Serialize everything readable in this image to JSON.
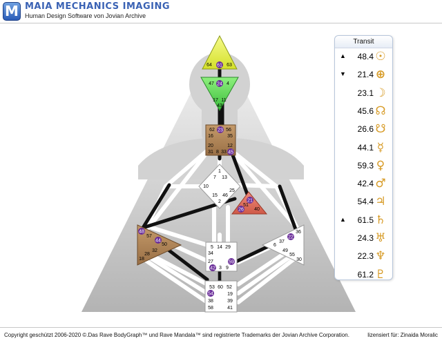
{
  "header": {
    "logo_letter": "M",
    "title": "MAIA MECHANICS IMAGING",
    "subtitle": "Human Design Software von Jovian Archive"
  },
  "transit": {
    "title": "Transit",
    "rows": [
      {
        "arrow": "▲",
        "value": "48.4",
        "glyph": "☉",
        "icon": "sun-icon"
      },
      {
        "arrow": "▼",
        "value": "21.4",
        "glyph": "⊕",
        "icon": "earth-icon"
      },
      {
        "arrow": "",
        "value": "23.1",
        "glyph": "☽",
        "icon": "moon-icon"
      },
      {
        "arrow": "",
        "value": "45.6",
        "glyph": "☊",
        "icon": "north-node-icon"
      },
      {
        "arrow": "",
        "value": "26.6",
        "glyph": "☋",
        "icon": "south-node-icon"
      },
      {
        "arrow": "",
        "value": "44.1",
        "glyph": "☿",
        "icon": "mercury-icon"
      },
      {
        "arrow": "",
        "value": "59.3",
        "glyph": "♀",
        "icon": "venus-icon"
      },
      {
        "arrow": "",
        "value": "42.4",
        "glyph": "♂",
        "icon": "mars-icon"
      },
      {
        "arrow": "",
        "value": "54.4",
        "glyph": "♃",
        "icon": "jupiter-icon"
      },
      {
        "arrow": "▲",
        "value": "61.5",
        "glyph": "♄",
        "icon": "saturn-icon"
      },
      {
        "arrow": "",
        "value": "24.3",
        "glyph": "♅",
        "icon": "uranus-icon"
      },
      {
        "arrow": "",
        "value": "22.3",
        "glyph": "♆",
        "icon": "neptune-icon"
      },
      {
        "arrow": "",
        "value": "61.2",
        "glyph": "♇",
        "icon": "pluto-icon"
      }
    ]
  },
  "gates": {
    "head": [
      "64",
      "61",
      "63"
    ],
    "ajna": [
      "47",
      "24",
      "4",
      "17",
      "11",
      "43"
    ],
    "throat": [
      "62",
      "23",
      "56",
      "16",
      "35",
      "20",
      "12",
      "31",
      "8",
      "33",
      "45"
    ],
    "g": [
      "1",
      "7",
      "13",
      "10",
      "25",
      "15",
      "46",
      "2"
    ],
    "heart": [
      "21",
      "51",
      "26",
      "40"
    ],
    "spleen": [
      "48",
      "57",
      "44",
      "50",
      "32",
      "28",
      "18"
    ],
    "sacral": [
      "5",
      "14",
      "29",
      "34",
      "27",
      "42",
      "3",
      "59",
      "9"
    ],
    "solar": [
      "36",
      "22",
      "37",
      "6",
      "49",
      "55",
      "30"
    ],
    "root": [
      "53",
      "60",
      "52",
      "54",
      "19",
      "38",
      "39",
      "58",
      "41"
    ]
  },
  "colors": {
    "head": "#e7f03a",
    "ajna": "#5fd35a",
    "throat": "#a67c4f",
    "g": "#ffffff",
    "heart": "#e27363",
    "spleen": "#a67c4f",
    "sacral": "#ffffff",
    "solar": "#ffffff",
    "root": "#ffffff",
    "gate_marker": "#6a2d99",
    "panel_accent": "#d79b26"
  },
  "footer": {
    "copyright": "Copyright geschützt 2006-2020 ©.Das Rave BodyGraph™ und Rave Mandala™ sind registrierte Trademarks der Jovian Archive Corporation.",
    "license": "lizensiert für: Zinaida Moralic"
  }
}
